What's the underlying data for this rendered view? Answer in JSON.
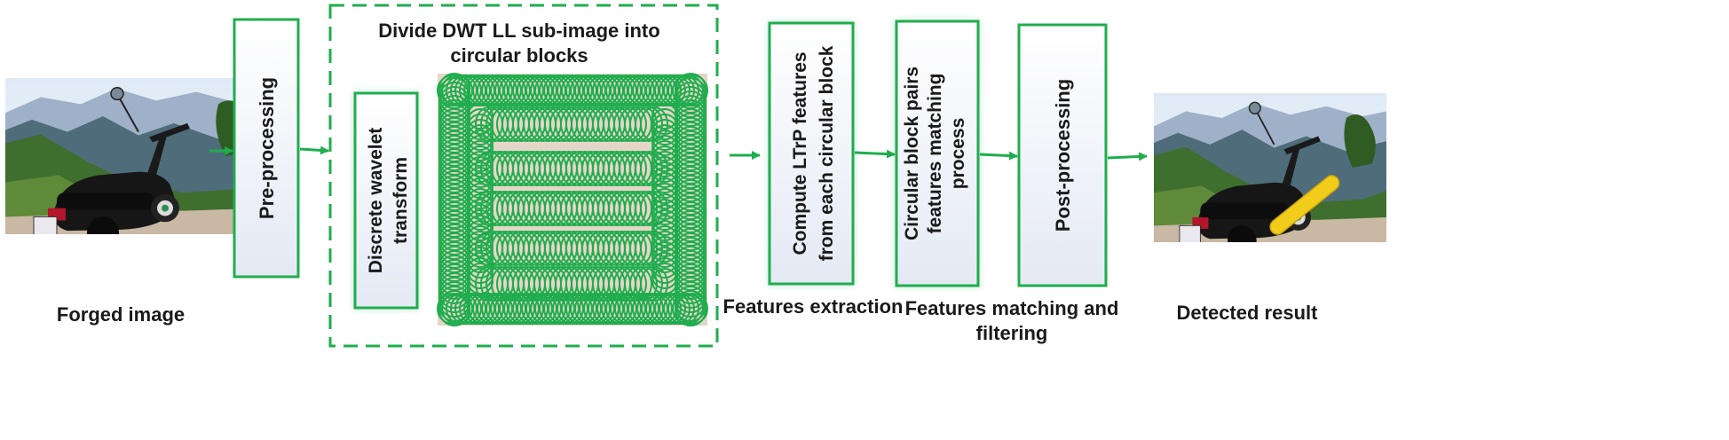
{
  "nodes": {
    "preprocessing": "Pre-processing",
    "dwt_line1": "Discrete wavelet",
    "dwt_line2": "transform",
    "ltrp_line1": "Compute LTrP features",
    "ltrp_line2": "from each circular block",
    "matching_line1": "Circular block pairs",
    "matching_line2": "features matching",
    "matching_line3": "process",
    "postprocessing": "Post-processing"
  },
  "group": {
    "title_line1": "Divide DWT LL sub-image into",
    "title_line2": "circular blocks"
  },
  "captions": {
    "forged": "Forged image",
    "extraction": "Features extraction",
    "matching_line1": "Features matching and",
    "matching_line2": "filtering",
    "detected": "Detected result"
  },
  "colors": {
    "accent_green": "#1fad4e",
    "block_fill": "#e6d6c8",
    "box_fill_top": "#ffffff",
    "box_fill_bottom": "#e4e9f4"
  }
}
